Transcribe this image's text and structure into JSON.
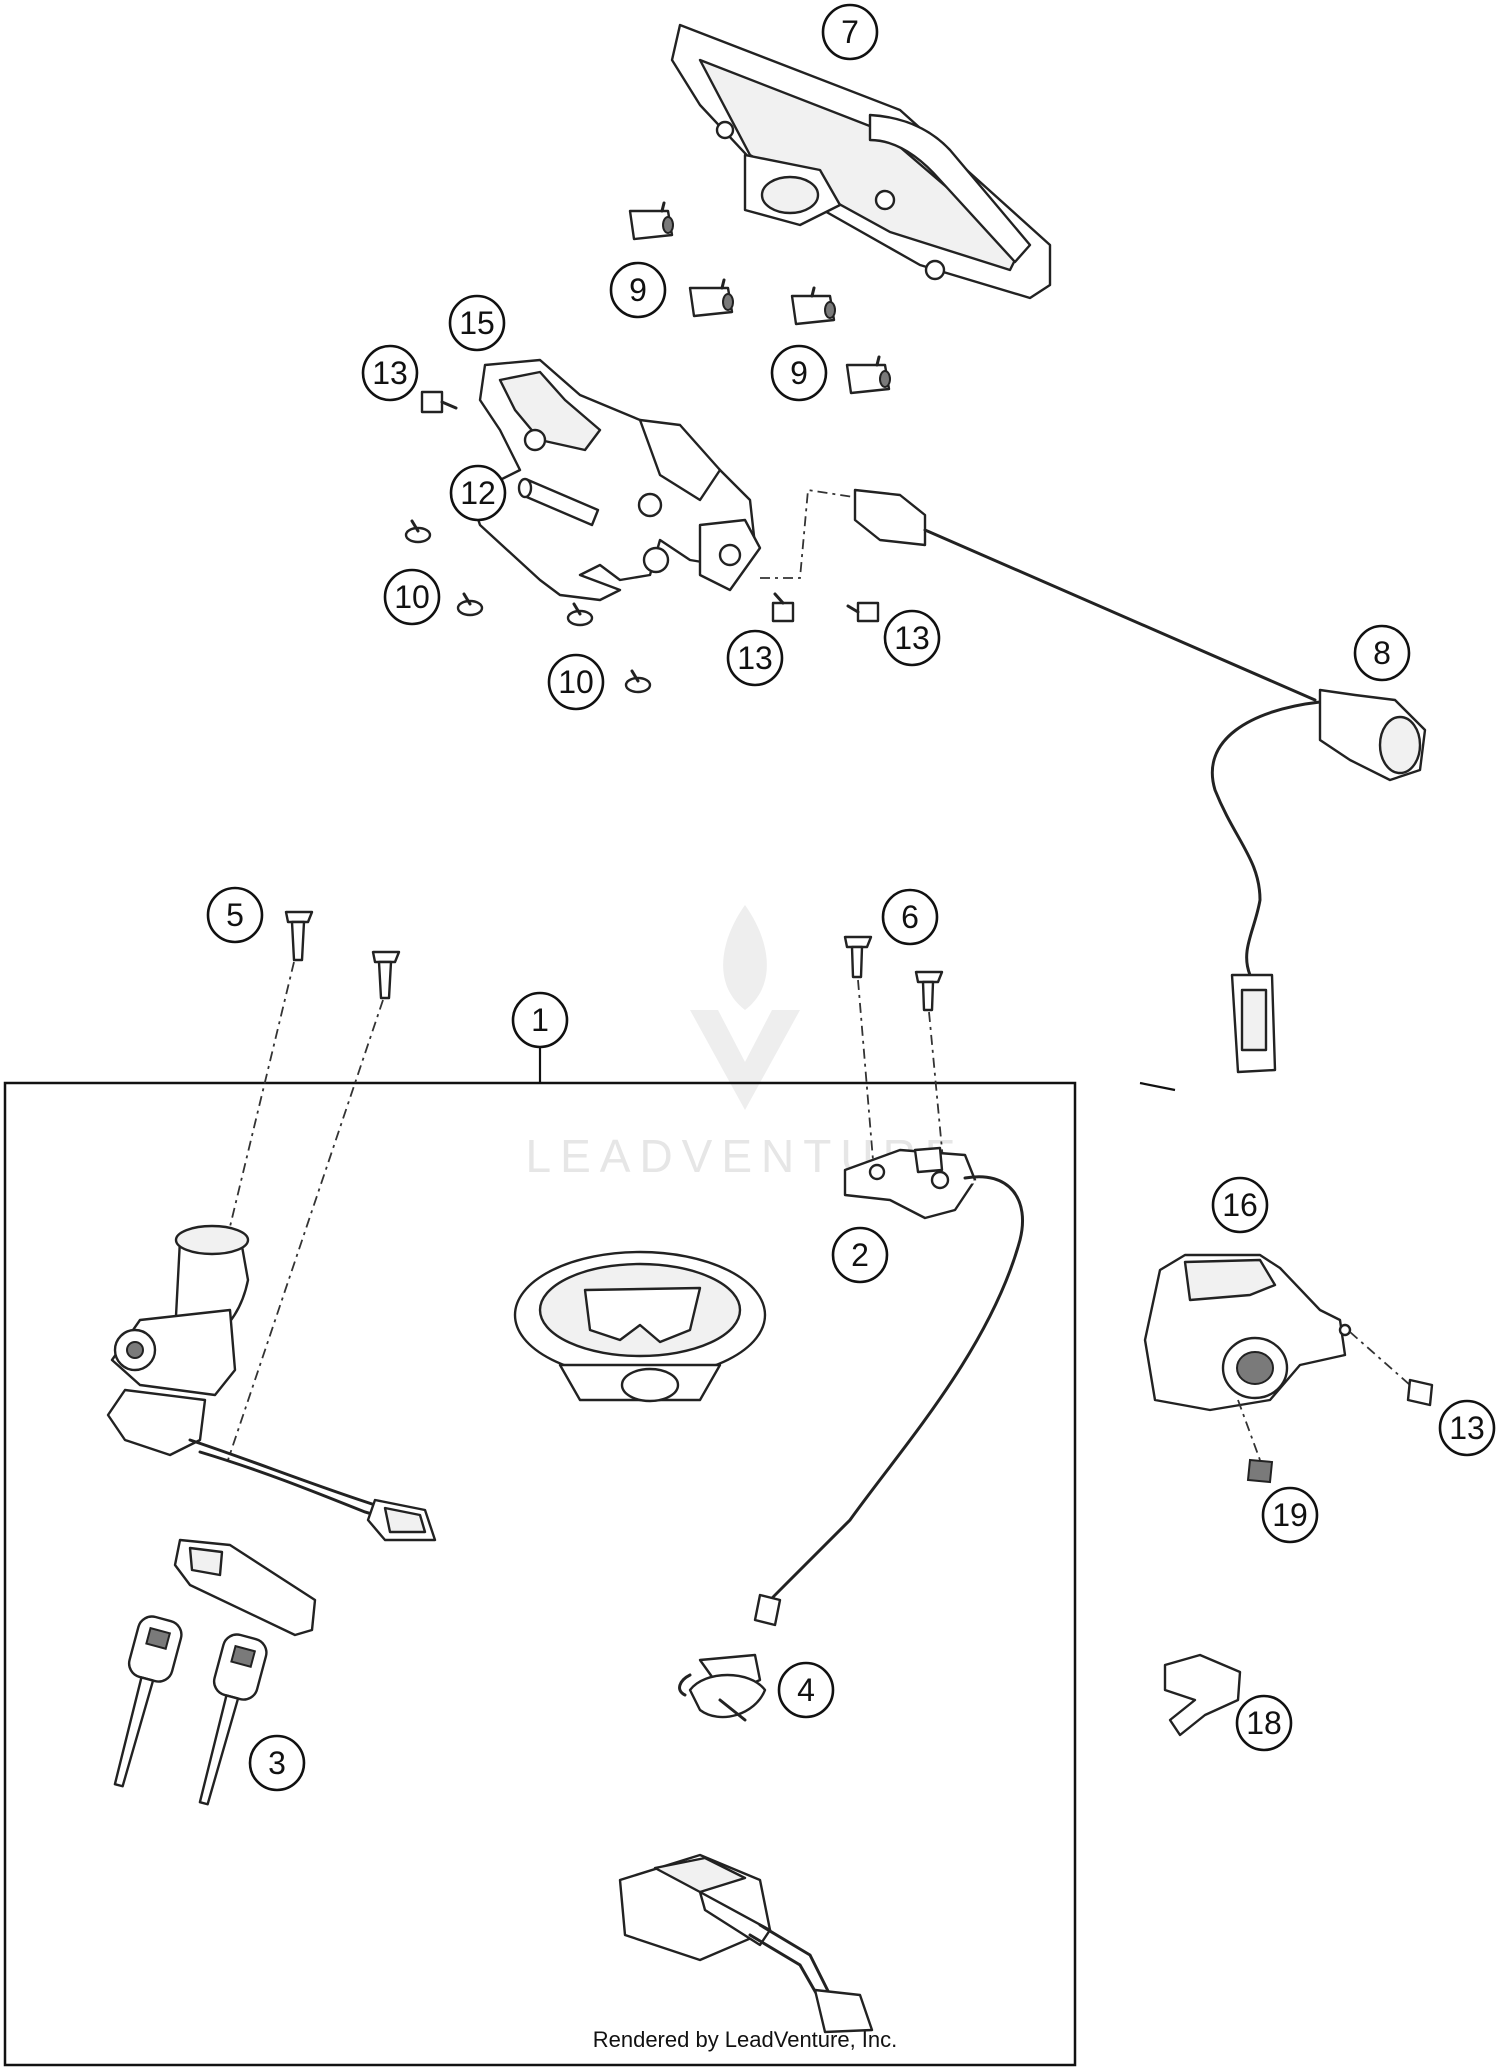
{
  "callouts": [
    {
      "id": "c7",
      "label": "7"
    },
    {
      "id": "c9a",
      "label": "9"
    },
    {
      "id": "c9b",
      "label": "9"
    },
    {
      "id": "c15",
      "label": "15"
    },
    {
      "id": "c13a",
      "label": "13"
    },
    {
      "id": "c12",
      "label": "12"
    },
    {
      "id": "c10a",
      "label": "10"
    },
    {
      "id": "c10b",
      "label": "10"
    },
    {
      "id": "c13b",
      "label": "13"
    },
    {
      "id": "c13c",
      "label": "13"
    },
    {
      "id": "c8",
      "label": "8"
    },
    {
      "id": "c5",
      "label": "5"
    },
    {
      "id": "c6",
      "label": "6"
    },
    {
      "id": "c1",
      "label": "1"
    },
    {
      "id": "c2",
      "label": "2"
    },
    {
      "id": "c16",
      "label": "16"
    },
    {
      "id": "c13d",
      "label": "13"
    },
    {
      "id": "c19",
      "label": "19"
    },
    {
      "id": "c4",
      "label": "4"
    },
    {
      "id": "c18",
      "label": "18"
    },
    {
      "id": "c3",
      "label": "3"
    }
  ],
  "watermark": "LEADVENTURE",
  "credit": "Rendered by LeadVenture, Inc.",
  "colors": {
    "line": "#222222",
    "watermark": "#e6e6e6",
    "background": "#ffffff"
  }
}
